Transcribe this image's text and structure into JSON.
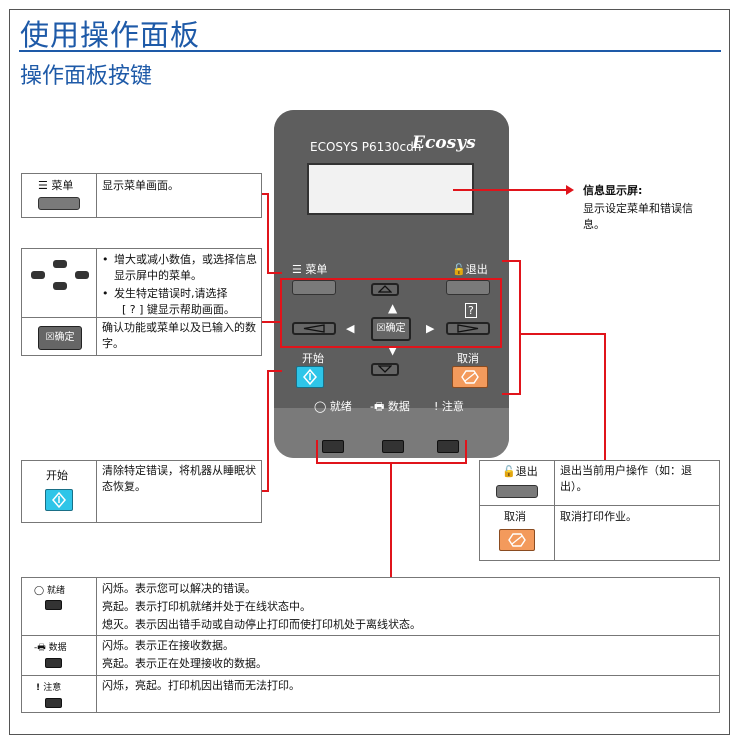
{
  "header": {
    "title": "使用操作面板",
    "subtitle": "操作面板按键"
  },
  "panel": {
    "model": "ECOSYS P6130cdn",
    "logo": "Ecosys",
    "menu_label": "菜单",
    "exit_label": "退出",
    "ok_label": "确定",
    "start_label": "开始",
    "cancel_label": "取消",
    "ready_label": "就绪",
    "data_label": "数据",
    "attention_label": "注意",
    "help_label": "?"
  },
  "callouts": {
    "display": {
      "title": "信息显示屏:",
      "desc": "显示设定菜单和错误信息。"
    },
    "menu": {
      "key": "菜单",
      "desc": "显示菜单画面。"
    },
    "arrows": {
      "bullet1": "增大或减小数值，或选择信息显示屏中的菜单。",
      "bullet2_a": "发生特定错误时,请选择",
      "bullet2_b": "[ ? ] 键显示帮助画面。"
    },
    "ok": {
      "key": "确定",
      "desc": "确认功能或菜单以及已输入的数字。"
    },
    "start": {
      "key": "开始",
      "desc": "清除特定错误，将机器从睡眠状态恢复。"
    },
    "exit": {
      "key": "退出",
      "desc": "退出当前用户操作（如：退出）。"
    },
    "cancel": {
      "key": "取消",
      "desc": "取消打印作业。"
    }
  },
  "indicators": [
    {
      "key": "就绪",
      "lines": [
        "闪烁。表示您可以解决的错误。",
        "亮起。表示打印机就绪并处于在线状态中。",
        "熄灭。表示因出错手动或自动停止打印而使打印机处于离线状态。"
      ]
    },
    {
      "key": "数据",
      "lines": [
        "闪烁。表示正在接收数据。",
        "亮起。表示正在处理接收的数据。"
      ]
    },
    {
      "key": "注意",
      "lines": [
        "闪烁，亮起。打印机因出错而无法打印。"
      ]
    }
  ],
  "colors": {
    "heading": "#1e5aa8",
    "callout_line": "#e0141b",
    "start_button": "#2ec5e8",
    "cancel_button": "#f39a5c"
  }
}
